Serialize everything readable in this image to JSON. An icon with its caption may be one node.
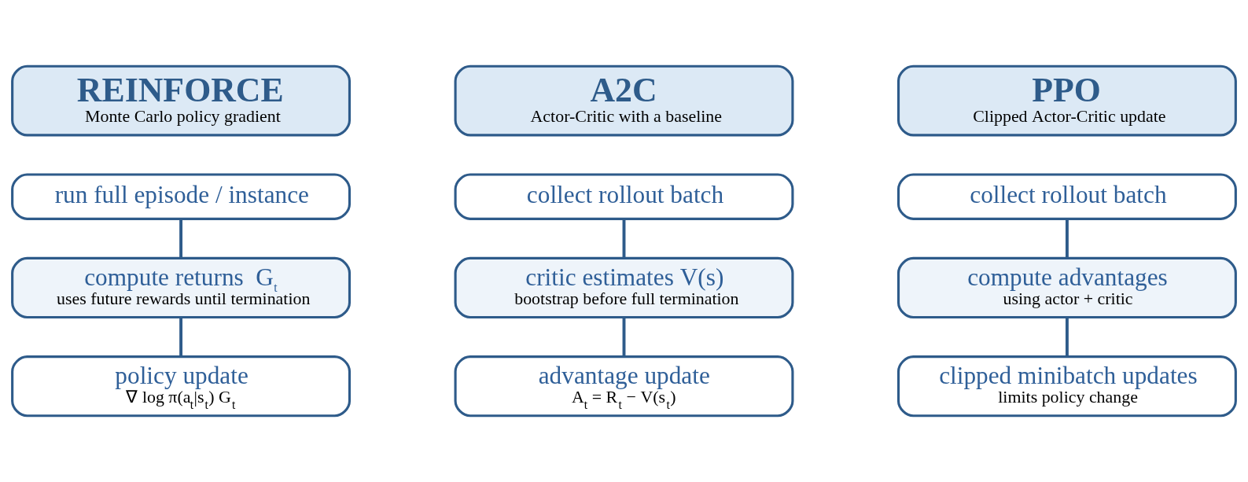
{
  "diagram": {
    "nodes": [
      {
        "text": [
          "REINFORCE",
          "Monte Carlo policy gradient"
        ]
      },
      {
        "text": [
          "A2C",
          "Actor-Critic with a baseline"
        ]
      },
      {
        "text": [
          "PPO",
          "Clipped Actor-Critic update"
        ]
      },
      {
        "text": [
          "run full episode / instance"
        ]
      },
      {
        "text": [
          "compute returns  G$_{t}$",
          "uses future rewards until termination"
        ]
      },
      {
        "text": [
          "policy update",
          "∇ log π(a$_{t}$|s$_{t}$) G$_{t}$"
        ]
      },
      {
        "text": [
          "collect rollout batch"
        ]
      },
      {
        "text": [
          "critic estimates V(s)",
          "bootstrap before full termination"
        ]
      },
      {
        "text": [
          "advantage update",
          "A$_{t}$ = R$_{t}$ − V(s$_{t}$)"
        ]
      },
      {
        "text": [
          "collect rollout batch"
        ]
      },
      {
        "text": [
          "compute advantages",
          "using actor + critic"
        ]
      },
      {
        "text": [
          "clipped minibatch updates",
          "limits policy change"
        ]
      }
    ],
    "edges": [
      {
        "from": 3,
        "to": 4,
        "arrow": "none"
      },
      {
        "from": 4,
        "to": 5,
        "arrow": "none"
      },
      {
        "from": 6,
        "to": 7,
        "arrow": "none"
      },
      {
        "from": 7,
        "to": 8,
        "arrow": "none"
      },
      {
        "from": 9,
        "to": 10,
        "arrow": "none"
      },
      {
        "from": 10,
        "to": 11,
        "arrow": "none"
      }
    ]
  }
}
